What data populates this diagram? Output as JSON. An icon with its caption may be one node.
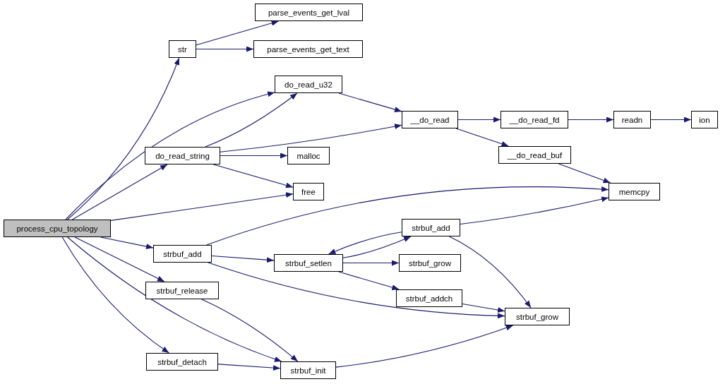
{
  "diagram": {
    "nodes": [
      {
        "text": [
          "process_cpu_topology"
        ]
      },
      {
        "text": [
          "str"
        ]
      },
      {
        "text": [
          "parse_events_get_lval"
        ]
      },
      {
        "text": [
          "parse_events_get_text"
        ]
      },
      {
        "text": [
          "do_read_u32"
        ]
      },
      {
        "text": [
          "do_read_string"
        ]
      },
      {
        "text": [
          "malloc"
        ]
      },
      {
        "text": [
          "free"
        ]
      },
      {
        "text": [
          "__do_read"
        ]
      },
      {
        "text": [
          "__do_read_fd"
        ]
      },
      {
        "text": [
          "readn"
        ]
      },
      {
        "text": [
          "ion"
        ]
      },
      {
        "text": [
          "__do_read_buf"
        ]
      },
      {
        "text": [
          "memcpy"
        ]
      },
      {
        "text": [
          "strbuf_add"
        ]
      },
      {
        "text": [
          "strbuf_setlen"
        ]
      },
      {
        "text": [
          "strbuf_add"
        ]
      },
      {
        "text": [
          "strbuf_grow"
        ]
      },
      {
        "text": [
          "strbuf_addch"
        ]
      },
      {
        "text": [
          "strbuf_release"
        ]
      },
      {
        "text": [
          "strbuf_grow"
        ]
      },
      {
        "text": [
          "strbuf_detach"
        ]
      },
      {
        "text": [
          "strbuf_init"
        ]
      }
    ],
    "edges": [
      {
        "from": 0,
        "to": 1,
        "arrow": "to"
      },
      {
        "from": 0,
        "to": 4,
        "arrow": "to"
      },
      {
        "from": 0,
        "to": 5,
        "arrow": "to"
      },
      {
        "from": 0,
        "to": 7,
        "arrow": "to"
      },
      {
        "from": 0,
        "to": 14,
        "arrow": "to"
      },
      {
        "from": 0,
        "to": 19,
        "arrow": "to"
      },
      {
        "from": 0,
        "to": 22,
        "arrow": "to"
      },
      {
        "from": 0,
        "to": 21,
        "arrow": "to"
      },
      {
        "from": 1,
        "to": 2,
        "arrow": "to"
      },
      {
        "from": 1,
        "to": 3,
        "arrow": "to"
      },
      {
        "from": 4,
        "to": 8,
        "arrow": "to"
      },
      {
        "from": 5,
        "to": 4,
        "arrow": "to"
      },
      {
        "from": 5,
        "to": 8,
        "arrow": "to"
      },
      {
        "from": 5,
        "to": 6,
        "arrow": "to"
      },
      {
        "from": 5,
        "to": 7,
        "arrow": "to"
      },
      {
        "from": 8,
        "to": 9,
        "arrow": "to"
      },
      {
        "from": 8,
        "to": 12,
        "arrow": "to"
      },
      {
        "from": 9,
        "to": 10,
        "arrow": "to"
      },
      {
        "from": 10,
        "to": 11,
        "arrow": "to"
      },
      {
        "from": 12,
        "to": 13,
        "arrow": "to"
      },
      {
        "from": 14,
        "to": 13,
        "arrow": "to"
      },
      {
        "from": 14,
        "to": 15,
        "arrow": "to"
      },
      {
        "from": 14,
        "to": 20,
        "arrow": "to"
      },
      {
        "from": 15,
        "to": 16,
        "arrow": "to"
      },
      {
        "from": 16,
        "to": 15,
        "arrow": "to"
      },
      {
        "from": 15,
        "to": 17,
        "arrow": "to"
      },
      {
        "from": 15,
        "to": 18,
        "arrow": "to"
      },
      {
        "from": 16,
        "to": 13,
        "arrow": "to"
      },
      {
        "from": 16,
        "to": 20,
        "arrow": "to"
      },
      {
        "from": 18,
        "to": 20,
        "arrow": "to"
      },
      {
        "from": 19,
        "to": 22,
        "arrow": "to"
      },
      {
        "from": 21,
        "to": 22,
        "arrow": "to"
      },
      {
        "from": 22,
        "to": 20,
        "arrow": "to"
      }
    ]
  }
}
